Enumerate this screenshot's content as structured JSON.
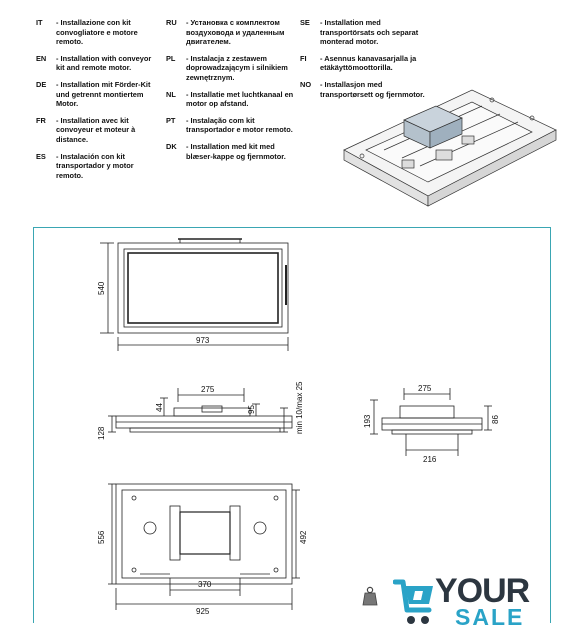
{
  "instructions": {
    "col1": [
      {
        "code": "IT",
        "text": "- Installazione con kit convogliatore e motore remoto."
      },
      {
        "code": "EN",
        "text": "- Installation with conveyor kit and remote motor."
      },
      {
        "code": "DE",
        "text": "- Installation mit Förder-Kit und getrennt montiertem Motor."
      },
      {
        "code": "FR",
        "text": "- Installation avec kit convoyeur et moteur à distance."
      },
      {
        "code": "ES",
        "text": "- Instalación con kit transportador y motor remoto."
      }
    ],
    "col2": [
      {
        "code": "RU",
        "text": "- Установка с комплектом воздуховода и удаленным двигателем."
      },
      {
        "code": "PL",
        "text": "- Instalacja z zestawem doprowadzającym i silnikiem zewnętrznym."
      },
      {
        "code": "NL",
        "text": "- Installatie met luchtkanaal en motor op afstand."
      },
      {
        "code": "PT",
        "text": "- Instalação com kit transportador e motor remoto."
      },
      {
        "code": "DK",
        "text": "- Installation med kit med blæser-kappe og fjernmotor."
      }
    ],
    "col3": [
      {
        "code": "SE",
        "text": "- Installation med transportörsats och separat monterad motor."
      },
      {
        "code": "FI",
        "text": "- Asennus kanavasarjalla ja etäkäyttömoottorilla."
      },
      {
        "code": "NO",
        "text": "- Installasjon med transportørsett og fjernmotor."
      }
    ]
  },
  "dimensions": {
    "top_width": "973",
    "top_height": "540",
    "side_a": "275",
    "side_b": "44",
    "side_c": "95",
    "side_d": "128",
    "side_e": "min 10/max 25",
    "front_a": "275",
    "front_b": "193",
    "front_c": "86",
    "front_d": "216",
    "bottom_a": "556",
    "bottom_b": "492",
    "bottom_c": "370",
    "bottom_d": "925"
  },
  "logo": {
    "word1": "YOUR",
    "word2": "SALE",
    "brand_color": "#2aa3c7",
    "dark_color": "#2c3640"
  },
  "accent_color": "#3aa6b3"
}
